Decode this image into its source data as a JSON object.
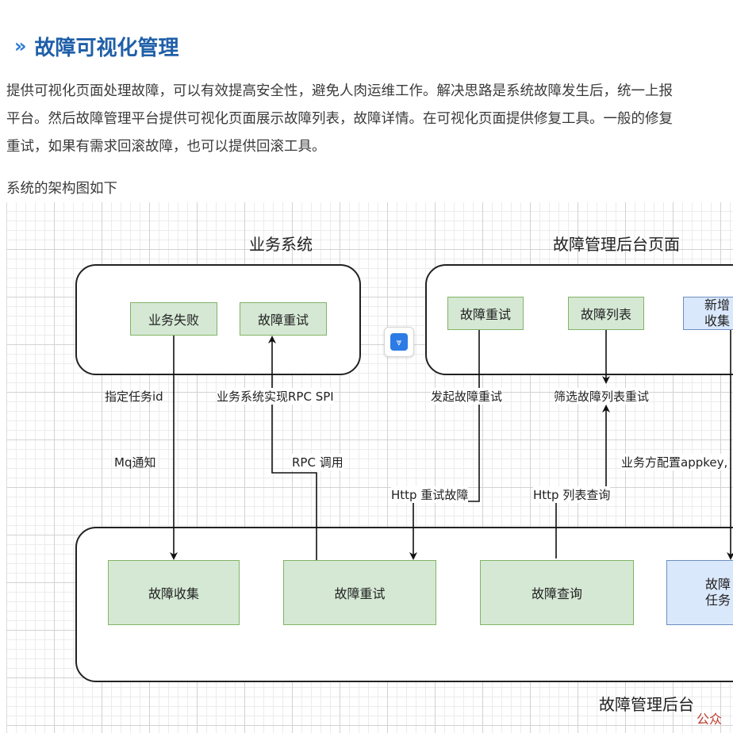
{
  "article": {
    "heading": "故障可视化管理",
    "heading_marker": "»",
    "paragraph_lines": [
      "提供可视化页面处理故障，可以有效提高安全性，避免人肉运维工作。解决思路是系统故障发生后，统一上报",
      "平台。然后故障管理平台提供可视化页面展示故障列表，故障详情。在可视化页面提供修复工具。一般的修复",
      "重试，如果有需求回滚故障，也可以提供回滚工具。"
    ],
    "caption": "系统的架构图如下"
  },
  "diagram": {
    "groups": {
      "business": "业务系统",
      "admin_page": "故障管理后台页面",
      "admin_backend": "故障管理后台"
    },
    "nodes": {
      "biz_fail": "业务失败",
      "biz_retry": "故障重试",
      "page_retry": "故障重试",
      "page_list": "故障列表",
      "page_new_line1": "新增",
      "page_new_line2": "收集",
      "be_collect": "故障收集",
      "be_retry": "故障重试",
      "be_query": "故障查询",
      "be_task_line1": "故障",
      "be_task_line2": "任务"
    },
    "edge_labels": {
      "task_id": "指定任务id",
      "rpc_spi": "业务系统实现RPC SPI",
      "start_retry": "发起故障重试",
      "filter_retry": "筛选故障列表重试",
      "mq_notify": "Mq通知",
      "rpc_call": "RPC 调用",
      "appkey": "业务方配置appkey,",
      "http_retry": "Http 重试故障",
      "http_query": "Http 列表查询"
    }
  },
  "watermark": "公众"
}
